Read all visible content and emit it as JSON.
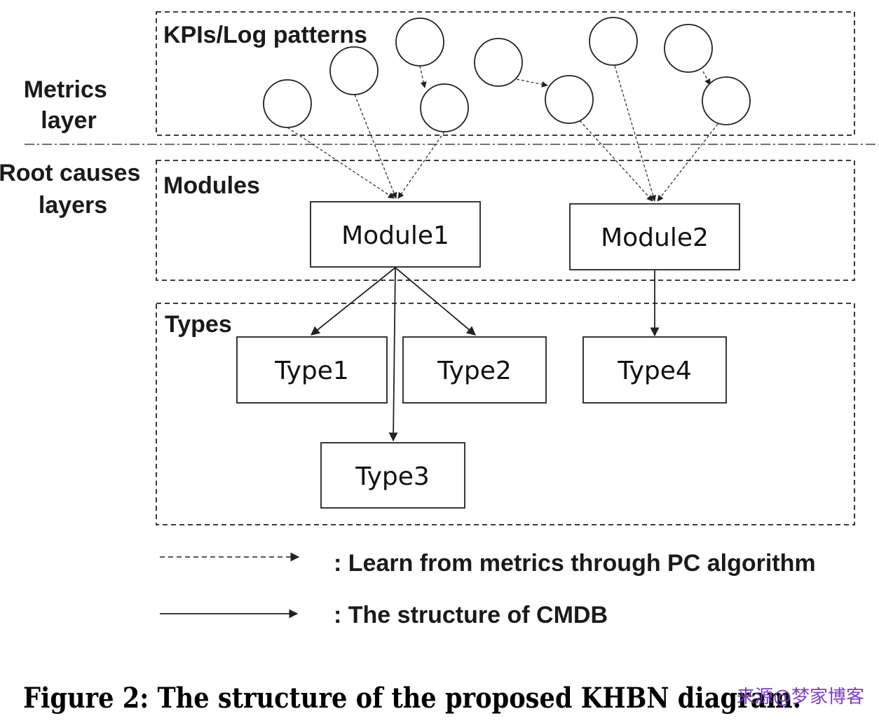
{
  "layers": {
    "metrics": "Metrics layer",
    "root_causes": "Root causes layers"
  },
  "regions": {
    "kpis": "KPIs/Log patterns",
    "modules": "Modules",
    "types": "Types"
  },
  "modules": [
    "Module1",
    "Module2"
  ],
  "types": [
    "Type1",
    "Type2",
    "Type3",
    "Type4"
  ],
  "legend": {
    "dashed": ": Learn from metrics through PC algorithm",
    "solid": ": The structure of CMDB"
  },
  "caption": "Figure 2: The structure of the proposed KHBN diagram.",
  "watermark": "来源@梦家博客",
  "colors": {
    "stroke": "#222222",
    "text": "#111111",
    "watermark": "#7b3fc4"
  }
}
